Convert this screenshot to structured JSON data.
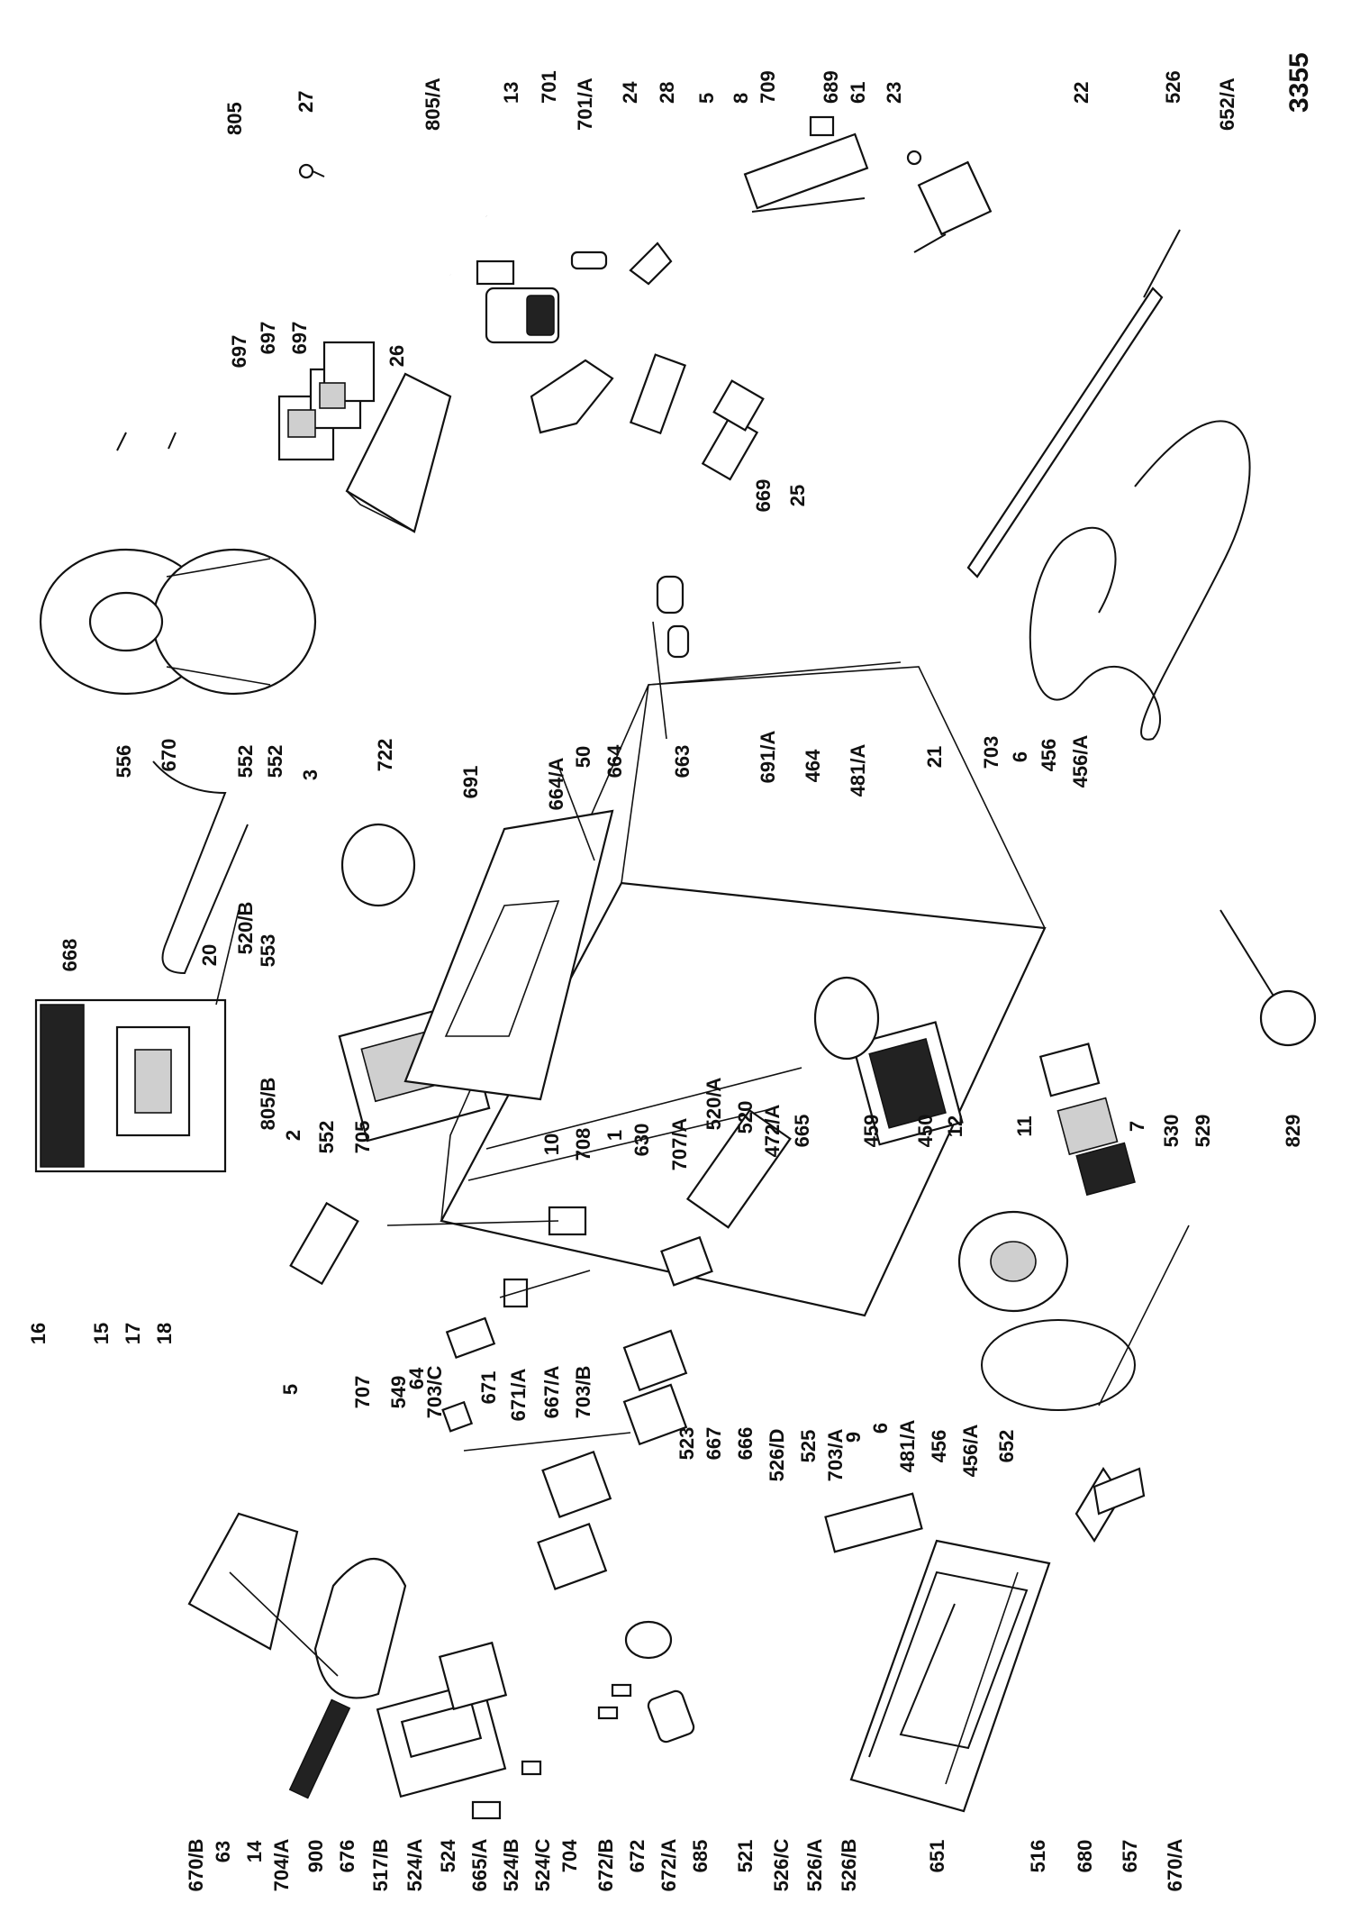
{
  "figure": {
    "ref_number": "3355"
  },
  "labels": {
    "top": [
      "805",
      "27",
      "805/A",
      "13",
      "701",
      "701/A",
      "24",
      "28",
      "5",
      "8",
      "709",
      "689",
      "61",
      "23",
      "22",
      "526",
      "652/A"
    ],
    "left": [
      "16",
      "15",
      "17",
      "18"
    ],
    "middle": [
      "697",
      "697",
      "697",
      "26",
      "670",
      "556",
      "552",
      "552",
      "3",
      "722",
      "520/B",
      "553",
      "668",
      "20",
      "805/B",
      "2",
      "552",
      "705",
      "691",
      "50",
      "664/A",
      "664",
      "663",
      "669",
      "25",
      "691/A",
      "464",
      "481/A",
      "21",
      "703",
      "6",
      "456",
      "456/A",
      "10",
      "708",
      "1",
      "630",
      "707/A",
      "520/A",
      "520",
      "472/A",
      "665",
      "459",
      "450",
      "12",
      "11",
      "7",
      "530",
      "529",
      "829"
    ],
    "middle_left": [
      "5",
      "707",
      "549",
      "64",
      "703/C",
      "703/B",
      "667/A",
      "671/A",
      "671",
      "523",
      "667",
      "666",
      "526/D",
      "525",
      "703/A",
      "9",
      "6",
      "481/A",
      "456",
      "456/A",
      "652"
    ],
    "bottom": [
      "670/B",
      "63",
      "14",
      "704/A",
      "900",
      "676",
      "517/B",
      "524/A",
      "524",
      "665/A",
      "524/B",
      "524/C",
      "704",
      "672/B",
      "672",
      "672/A",
      "685",
      "521",
      "526/C",
      "526/A",
      "526/B",
      "651",
      "516",
      "680",
      "657",
      "670/A"
    ]
  }
}
